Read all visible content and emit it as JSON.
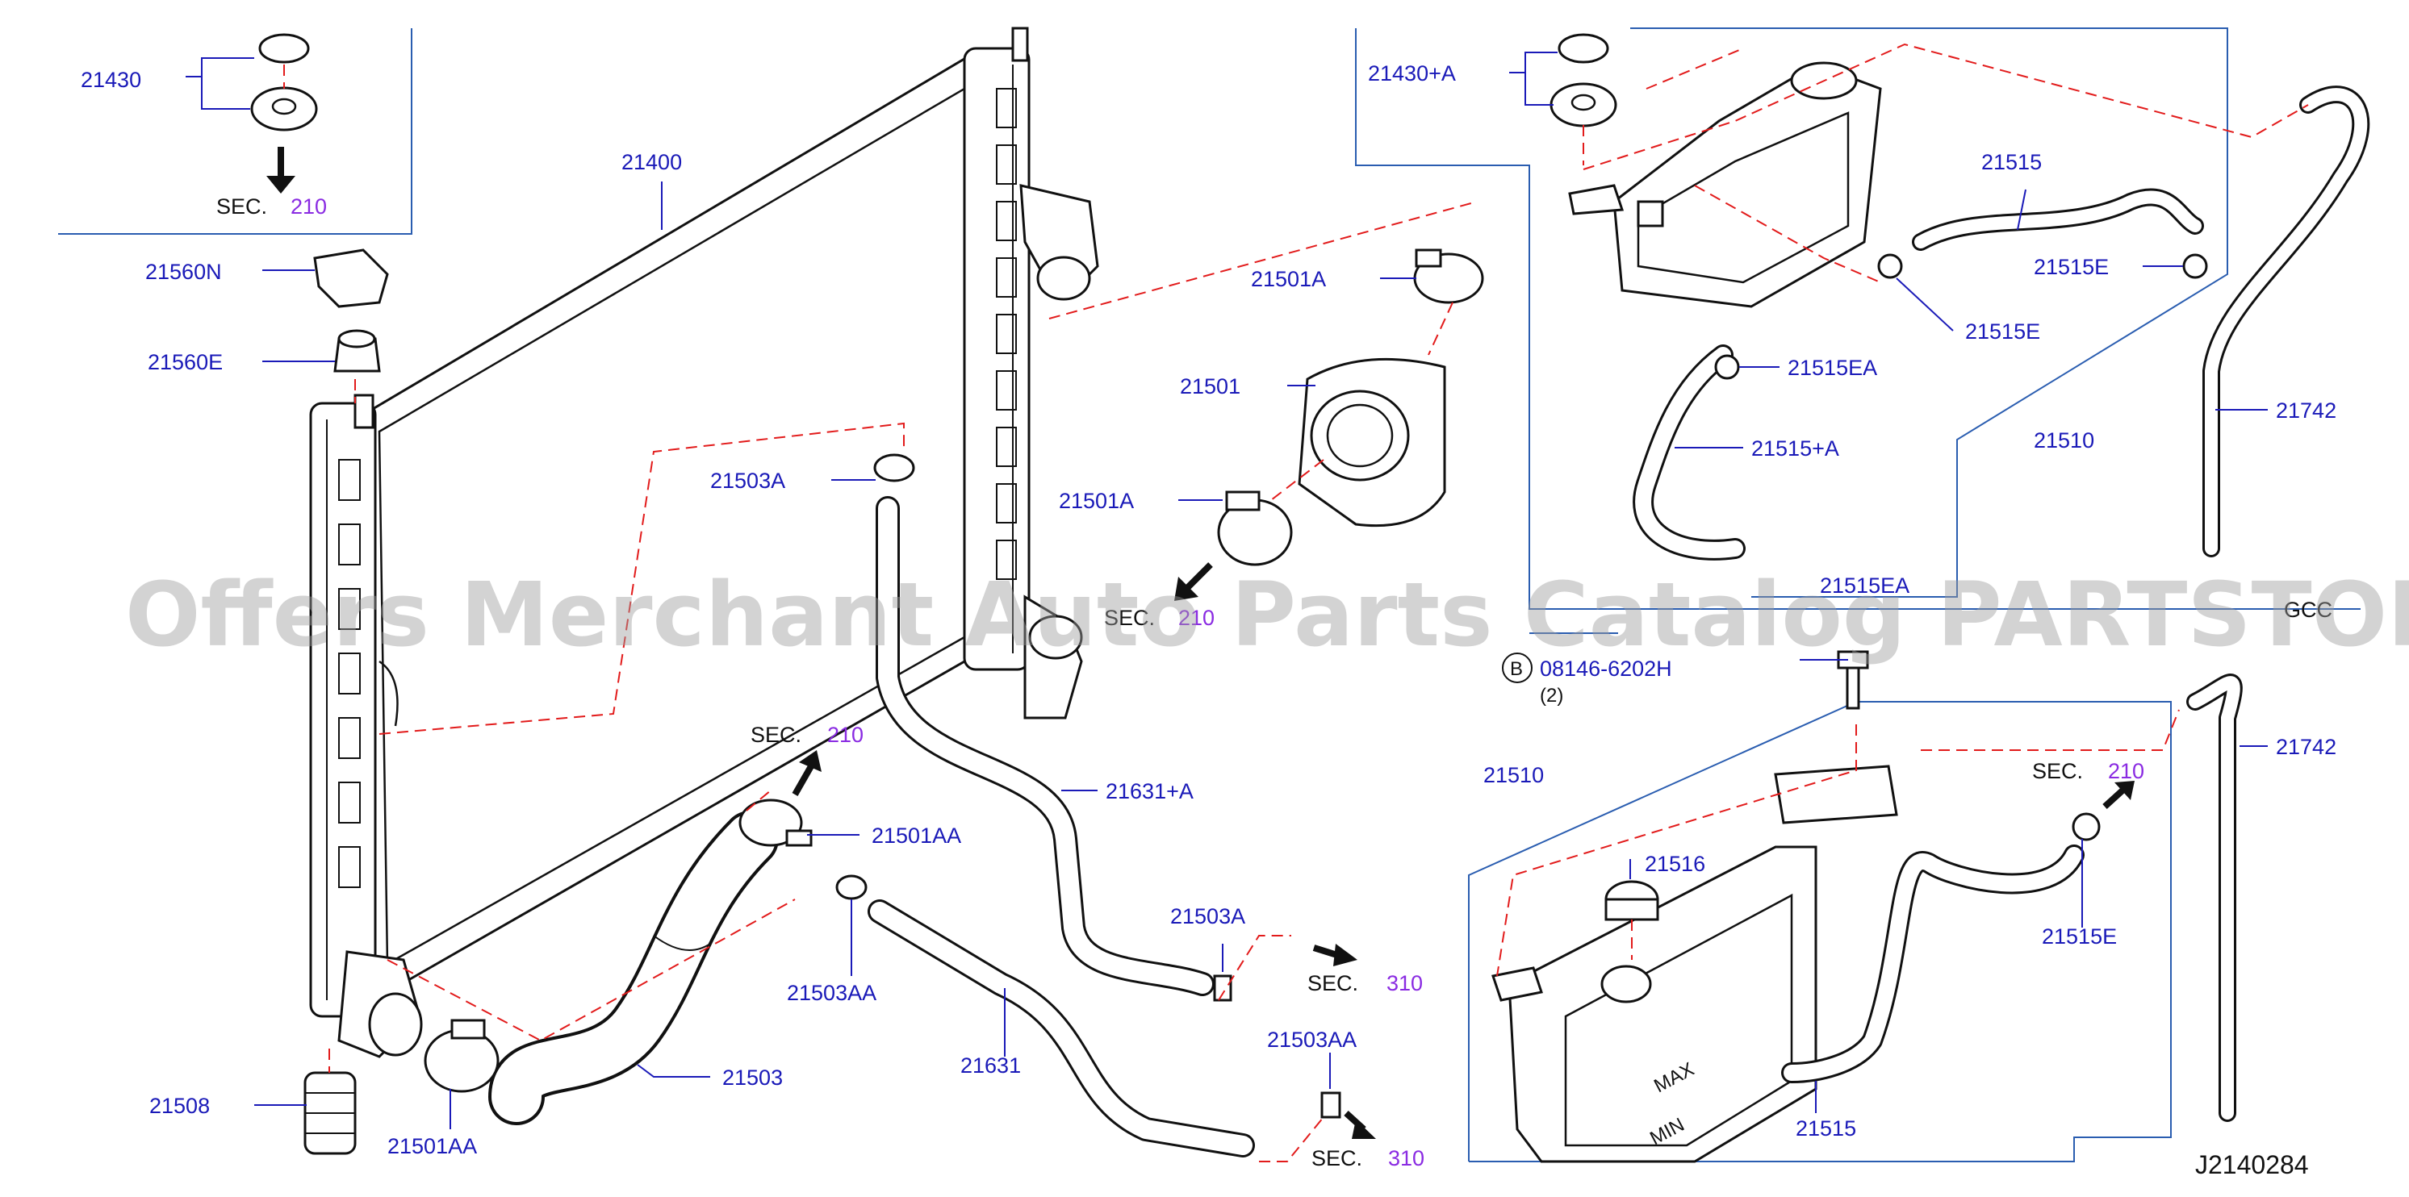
{
  "labels": {
    "l21430": "21430",
    "l21560N": "21560N",
    "l21560E": "21560E",
    "l21400": "21400",
    "l21503A_top": "21503A",
    "l21508": "21508",
    "l21501AA_bottom": "21501AA",
    "l21503": "21503",
    "l21501AA_mid": "21501AA",
    "l21503AA_mid": "21503AA",
    "l21631": "21631",
    "l21631A": "21631+A",
    "l21503A_bottom": "21503A",
    "l21503AA_bottom": "21503AA",
    "l21501A_top": "21501A",
    "l21501": "21501",
    "l21501A_mid": "21501A",
    "l21430A": "21430+A",
    "l21515": "21515",
    "l21515E_top": "21515E",
    "l21515E_mid": "21515E",
    "l21515EA_top": "21515EA",
    "l21515A": "21515+A",
    "l21515EA_bottom": "21515EA",
    "l21510_top": "21510",
    "l21742_top": "21742",
    "l21742_bottom": "21742",
    "l21510_bottom": "21510",
    "l21516": "21516",
    "l21515E_bottom": "21515E",
    "l21515_bottom": "21515"
  },
  "sections": {
    "sec_label": "SEC.",
    "sec210": "210",
    "sec310": "310"
  },
  "bolt": {
    "marker": "B",
    "part_number": "08146-6202H",
    "quantity": "(2)"
  },
  "tank_marks": {
    "max": "MAX",
    "min": "MIN"
  },
  "variant_note": "GCC",
  "drawing_code": "J2140284",
  "watermark": "Offers Merchant Auto Parts Catalog PARTSTORE.SA"
}
